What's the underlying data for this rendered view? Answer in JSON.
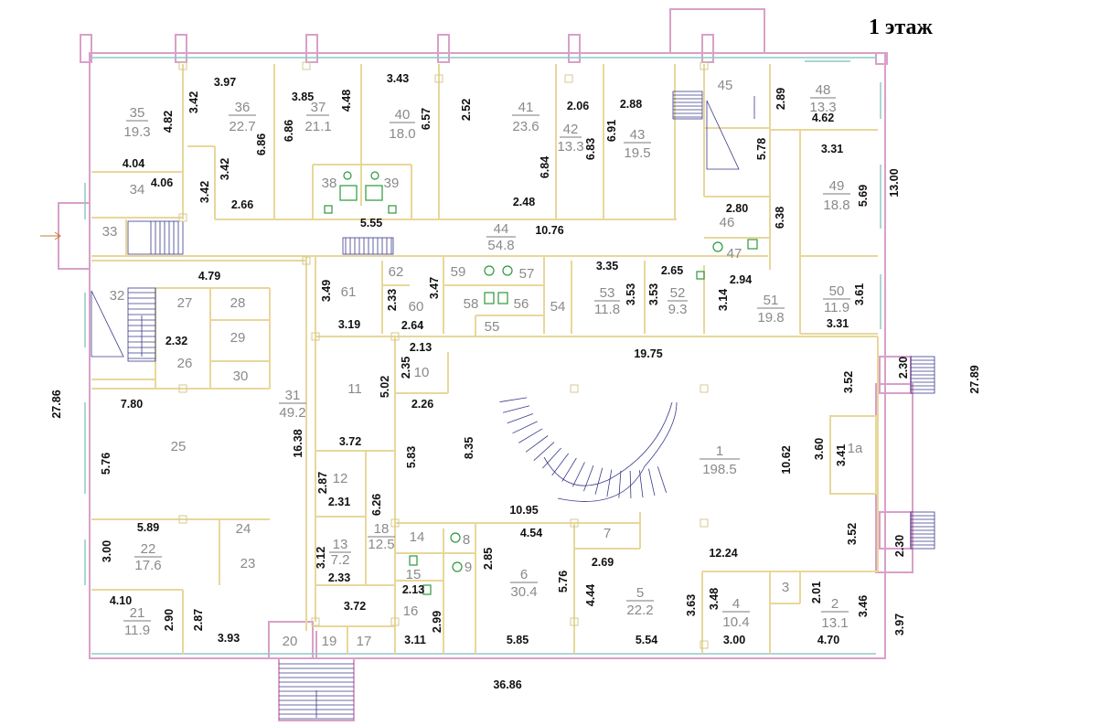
{
  "title": "1 этаж",
  "rooms": [
    {
      "id": "r35",
      "n": "35",
      "a": "19.3"
    },
    {
      "id": "r36",
      "n": "36",
      "a": "22.7"
    },
    {
      "id": "r37",
      "n": "37",
      "a": "21.1"
    },
    {
      "id": "r40",
      "n": "40",
      "a": "18.0"
    },
    {
      "id": "r41",
      "n": "41",
      "a": "23.6"
    },
    {
      "id": "r42",
      "n": "42",
      "a": "13.3"
    },
    {
      "id": "r43",
      "n": "43",
      "a": "19.5"
    },
    {
      "id": "r45",
      "n": "45",
      "a": ""
    },
    {
      "id": "r48",
      "n": "48",
      "a": "13.3"
    },
    {
      "id": "r49",
      "n": "49",
      "a": "18.8"
    },
    {
      "id": "r50",
      "n": "50",
      "a": "11.9"
    },
    {
      "id": "r51",
      "n": "51",
      "a": "19.8"
    },
    {
      "id": "r52",
      "n": "52",
      "a": "9.3"
    },
    {
      "id": "r53",
      "n": "53",
      "a": "11.8"
    },
    {
      "id": "r44",
      "n": "44",
      "a": "54.8"
    },
    {
      "id": "r31",
      "n": "31",
      "a": "49.2"
    },
    {
      "id": "r1",
      "n": "1",
      "a": "198.5"
    },
    {
      "id": "r18",
      "n": "18",
      "a": "12.5"
    },
    {
      "id": "r13",
      "n": "13",
      "a": "7.2"
    },
    {
      "id": "r6",
      "n": "6",
      "a": "30.4"
    },
    {
      "id": "r5",
      "n": "5",
      "a": "22.2"
    },
    {
      "id": "r4",
      "n": "4",
      "a": "10.4"
    },
    {
      "id": "r2",
      "n": "2",
      "a": "13.1"
    },
    {
      "id": "r22",
      "n": "22",
      "a": "17.6"
    },
    {
      "id": "r21",
      "n": "21",
      "a": "11.9"
    },
    {
      "id": "r34",
      "n": "34",
      "a": ""
    },
    {
      "id": "r33",
      "n": "33",
      "a": ""
    },
    {
      "id": "r32",
      "n": "32",
      "a": ""
    },
    {
      "id": "r38",
      "n": "38",
      "a": ""
    },
    {
      "id": "r39",
      "n": "39",
      "a": ""
    },
    {
      "id": "r46",
      "n": "46",
      "a": ""
    },
    {
      "id": "r47",
      "n": "47",
      "a": ""
    },
    {
      "id": "r61",
      "n": "61",
      "a": ""
    },
    {
      "id": "r62",
      "n": "62",
      "a": ""
    },
    {
      "id": "r60",
      "n": "60",
      "a": ""
    },
    {
      "id": "r59",
      "n": "59",
      "a": ""
    },
    {
      "id": "r57",
      "n": "57",
      "a": ""
    },
    {
      "id": "r58",
      "n": "58",
      "a": ""
    },
    {
      "id": "r56",
      "n": "56",
      "a": ""
    },
    {
      "id": "r55",
      "n": "55",
      "a": ""
    },
    {
      "id": "r54",
      "n": "54",
      "a": ""
    },
    {
      "id": "r27",
      "n": "27",
      "a": ""
    },
    {
      "id": "r28",
      "n": "28",
      "a": ""
    },
    {
      "id": "r29",
      "n": "29",
      "a": ""
    },
    {
      "id": "r30",
      "n": "30",
      "a": ""
    },
    {
      "id": "r26",
      "n": "26",
      "a": ""
    },
    {
      "id": "r25",
      "n": "25",
      "a": ""
    },
    {
      "id": "r11",
      "n": "11",
      "a": ""
    },
    {
      "id": "r10",
      "n": "10",
      "a": ""
    },
    {
      "id": "r12",
      "n": "12",
      "a": ""
    },
    {
      "id": "r14",
      "n": "14",
      "a": ""
    },
    {
      "id": "r8",
      "n": "8",
      "a": ""
    },
    {
      "id": "r15",
      "n": "15",
      "a": ""
    },
    {
      "id": "r9",
      "n": "9",
      "a": ""
    },
    {
      "id": "r16",
      "n": "16",
      "a": ""
    },
    {
      "id": "r7",
      "n": "7",
      "a": ""
    },
    {
      "id": "r3",
      "n": "3",
      "a": ""
    },
    {
      "id": "r1a",
      "n": "1a",
      "a": ""
    },
    {
      "id": "r24",
      "n": "24",
      "a": ""
    },
    {
      "id": "r23",
      "n": "23",
      "a": ""
    },
    {
      "id": "r20",
      "n": "20",
      "a": ""
    },
    {
      "id": "r19",
      "n": "19",
      "a": ""
    },
    {
      "id": "r17",
      "n": "17",
      "a": ""
    }
  ],
  "dims": [
    {
      "id": "d1",
      "t": "3.97"
    },
    {
      "id": "d2",
      "t": "3.85"
    },
    {
      "id": "d3",
      "t": "3.43"
    },
    {
      "id": "d4",
      "t": "2.52"
    },
    {
      "id": "d5",
      "t": "2.06"
    },
    {
      "id": "d6",
      "t": "2.88"
    },
    {
      "id": "d7",
      "t": "2.89"
    },
    {
      "id": "d8",
      "t": "4.62"
    },
    {
      "id": "d9",
      "t": "4.82"
    },
    {
      "id": "d10",
      "t": "3.42"
    },
    {
      "id": "d11",
      "t": "6.86"
    },
    {
      "id": "d12",
      "t": "4.48"
    },
    {
      "id": "d13",
      "t": "6.86"
    },
    {
      "id": "d14",
      "t": "6.57"
    },
    {
      "id": "d15",
      "t": "6.83"
    },
    {
      "id": "d16",
      "t": "6.91"
    },
    {
      "id": "d17",
      "t": "6.84"
    },
    {
      "id": "d18",
      "t": "4.04"
    },
    {
      "id": "d19",
      "t": "4.06"
    },
    {
      "id": "d20",
      "t": "3.42"
    },
    {
      "id": "d21",
      "t": "3.42"
    },
    {
      "id": "d22",
      "t": "2.66"
    },
    {
      "id": "d23",
      "t": "5.55"
    },
    {
      "id": "d24",
      "t": "2.48"
    },
    {
      "id": "d25",
      "t": "10.76"
    },
    {
      "id": "d26",
      "t": "5.78"
    },
    {
      "id": "d27",
      "t": "3.31"
    },
    {
      "id": "d28",
      "t": "5.69"
    },
    {
      "id": "d29",
      "t": "13.00"
    },
    {
      "id": "d30",
      "t": "2.80"
    },
    {
      "id": "d31",
      "t": "6.38"
    },
    {
      "id": "d32",
      "t": "4.79"
    },
    {
      "id": "d33",
      "t": "3.49"
    },
    {
      "id": "d34",
      "t": "2.33"
    },
    {
      "id": "d35",
      "t": "3.47"
    },
    {
      "id": "d36",
      "t": "3.35"
    },
    {
      "id": "d37",
      "t": "2.65"
    },
    {
      "id": "d38",
      "t": "2.94"
    },
    {
      "id": "d39",
      "t": "3.53"
    },
    {
      "id": "d40",
      "t": "3.53"
    },
    {
      "id": "d41",
      "t": "3.14"
    },
    {
      "id": "d42",
      "t": "3.61"
    },
    {
      "id": "d43",
      "t": "3.31"
    },
    {
      "id": "d44",
      "t": "3.19"
    },
    {
      "id": "d45",
      "t": "2.64"
    },
    {
      "id": "d46",
      "t": "2.32"
    },
    {
      "id": "d47",
      "t": "2.13"
    },
    {
      "id": "d48",
      "t": "19.75"
    },
    {
      "id": "d49",
      "t": "2.35"
    },
    {
      "id": "d50",
      "t": "5.02"
    },
    {
      "id": "d51",
      "t": "2.26"
    },
    {
      "id": "d52",
      "t": "3.52"
    },
    {
      "id": "d53",
      "t": "2.30"
    },
    {
      "id": "d54",
      "t": "27.89"
    },
    {
      "id": "d55",
      "t": "27.86"
    },
    {
      "id": "d56",
      "t": "7.80"
    },
    {
      "id": "d57",
      "t": "5.76"
    },
    {
      "id": "d58",
      "t": "16.38"
    },
    {
      "id": "d59",
      "t": "3.72"
    },
    {
      "id": "d60",
      "t": "5.83"
    },
    {
      "id": "d61",
      "t": "8.35"
    },
    {
      "id": "d62",
      "t": "3.60"
    },
    {
      "id": "d63",
      "t": "3.41"
    },
    {
      "id": "d64",
      "t": "10.62"
    },
    {
      "id": "d65",
      "t": "2.87"
    },
    {
      "id": "d66",
      "t": "2.31"
    },
    {
      "id": "d67",
      "t": "6.26"
    },
    {
      "id": "d68",
      "t": "10.95"
    },
    {
      "id": "d69",
      "t": "4.54"
    },
    {
      "id": "d70",
      "t": "5.89"
    },
    {
      "id": "d71",
      "t": "3.00"
    },
    {
      "id": "d72",
      "t": "3.52"
    },
    {
      "id": "d73",
      "t": "2.30"
    },
    {
      "id": "d74",
      "t": "12.24"
    },
    {
      "id": "d75",
      "t": "2.85"
    },
    {
      "id": "d76",
      "t": "5.76"
    },
    {
      "id": "d77",
      "t": "2.69"
    },
    {
      "id": "d78",
      "t": "4.44"
    },
    {
      "id": "d79",
      "t": "3.12"
    },
    {
      "id": "d80",
      "t": "2.33"
    },
    {
      "id": "d81",
      "t": "2.13"
    },
    {
      "id": "d82",
      "t": "3.48"
    },
    {
      "id": "d83",
      "t": "3.63"
    },
    {
      "id": "d84",
      "t": "2.01"
    },
    {
      "id": "d85",
      "t": "3.46"
    },
    {
      "id": "d86",
      "t": "4.10"
    },
    {
      "id": "d87",
      "t": "2.90"
    },
    {
      "id": "d88",
      "t": "2.87"
    },
    {
      "id": "d89",
      "t": "3.72"
    },
    {
      "id": "d90",
      "t": "2.99"
    },
    {
      "id": "d91",
      "t": "3.93"
    },
    {
      "id": "d92",
      "t": "3.11"
    },
    {
      "id": "d93",
      "t": "5.85"
    },
    {
      "id": "d94",
      "t": "5.54"
    },
    {
      "id": "d95",
      "t": "3.00"
    },
    {
      "id": "d96",
      "t": "4.70"
    },
    {
      "id": "d97",
      "t": "3.97"
    },
    {
      "id": "d98",
      "t": "36.86"
    }
  ]
}
